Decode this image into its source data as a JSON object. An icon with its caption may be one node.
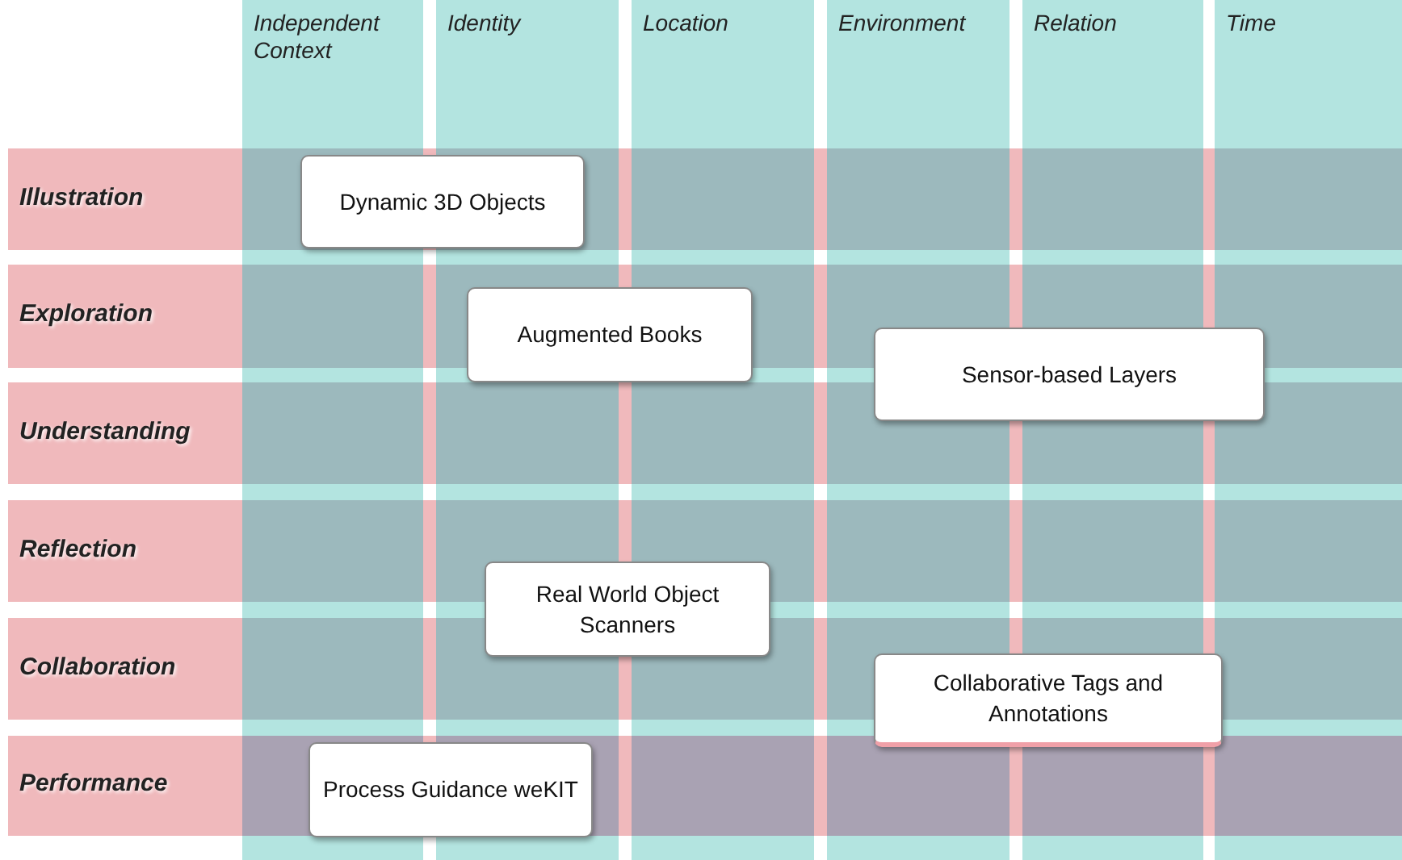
{
  "diagram": {
    "nodes": [
      {
        "text": [
          "Independent Context"
        ]
      },
      {
        "text": [
          "Identity"
        ]
      },
      {
        "text": [
          "Location"
        ]
      },
      {
        "text": [
          "Environment"
        ]
      },
      {
        "text": [
          "Relation"
        ]
      },
      {
        "text": [
          "Time"
        ]
      },
      {
        "text": [
          "Illustration"
        ]
      },
      {
        "text": [
          "Exploration"
        ]
      },
      {
        "text": [
          "Understanding"
        ]
      },
      {
        "text": [
          "Reflection"
        ]
      },
      {
        "text": [
          "Collaboration"
        ]
      },
      {
        "text": [
          "Performance"
        ]
      },
      {
        "text": [
          "Dynamic 3D Objects"
        ]
      },
      {
        "text": [
          "Augmented Books"
        ]
      },
      {
        "text": [
          "Sensor-based Layers"
        ]
      },
      {
        "text": [
          "Real World Object Scanners"
        ]
      },
      {
        "text": [
          "Collaborative Tags and Annotations"
        ]
      },
      {
        "text": [
          "Process Guidance weKIT"
        ]
      }
    ],
    "edges": []
  }
}
